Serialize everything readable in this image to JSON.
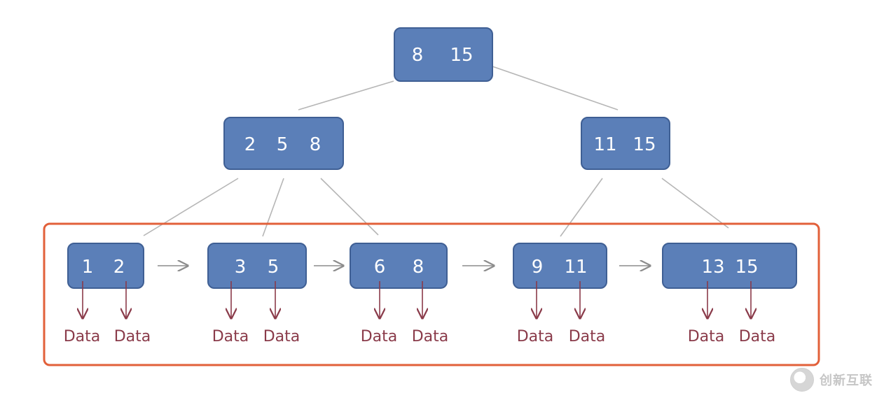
{
  "tree": {
    "root": {
      "keys": [
        "8",
        "15"
      ]
    },
    "internal": [
      {
        "keys": [
          "2",
          "5",
          "8"
        ]
      },
      {
        "keys": [
          "11",
          "15"
        ]
      }
    ],
    "leaves": [
      {
        "keys": [
          "1",
          "2"
        ],
        "data": [
          "Data",
          "Data"
        ]
      },
      {
        "keys": [
          "3",
          "5"
        ],
        "data": [
          "Data",
          "Data"
        ]
      },
      {
        "keys": [
          "6",
          "8"
        ],
        "data": [
          "Data",
          "Data"
        ]
      },
      {
        "keys": [
          "9",
          "11"
        ],
        "data": [
          "Data",
          "Data"
        ]
      },
      {
        "keys": [
          "13",
          "15"
        ],
        "data": [
          "Data",
          "Data"
        ]
      }
    ]
  },
  "colors": {
    "node_fill": "#5b7fb8",
    "leaf_frame": "#e2603a",
    "data_color": "#8a3b4a"
  },
  "watermark": {
    "text": "创新互联"
  }
}
